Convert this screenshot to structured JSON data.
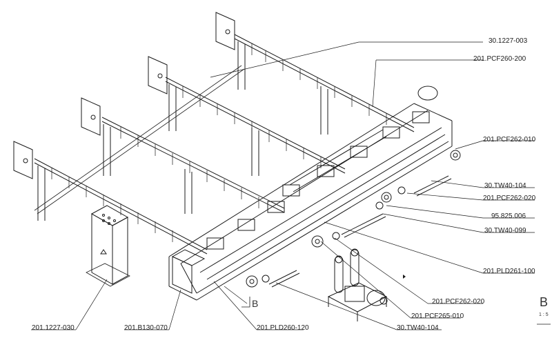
{
  "callouts": [
    {
      "id": "c1",
      "text": "30.1227-003"
    },
    {
      "id": "c2",
      "text": "201.PCF260-200"
    },
    {
      "id": "c3",
      "text": "201.PCF262-010"
    },
    {
      "id": "c4",
      "text": "30.TW40-104"
    },
    {
      "id": "c5",
      "text": "201.PCF262-020"
    },
    {
      "id": "c6",
      "text": "95.825.006"
    },
    {
      "id": "c7",
      "text": "30.TW40-099"
    },
    {
      "id": "c8",
      "text": "201.PLD261-100"
    },
    {
      "id": "c9",
      "text": "201.PCF262-020"
    },
    {
      "id": "c10",
      "text": "201.PCF265-010"
    },
    {
      "id": "c11",
      "text": "30.TW40-104"
    },
    {
      "id": "c12",
      "text": "201.PLD260-120"
    },
    {
      "id": "c13",
      "text": "201.B130-070"
    },
    {
      "id": "c14",
      "text": "201.1227-030"
    }
  ],
  "view_marks": {
    "left_letter": "B",
    "right_letter": "B",
    "scale": "1 : 5"
  },
  "colors": {
    "line": "#1a1a1a",
    "background": "#ffffff"
  }
}
